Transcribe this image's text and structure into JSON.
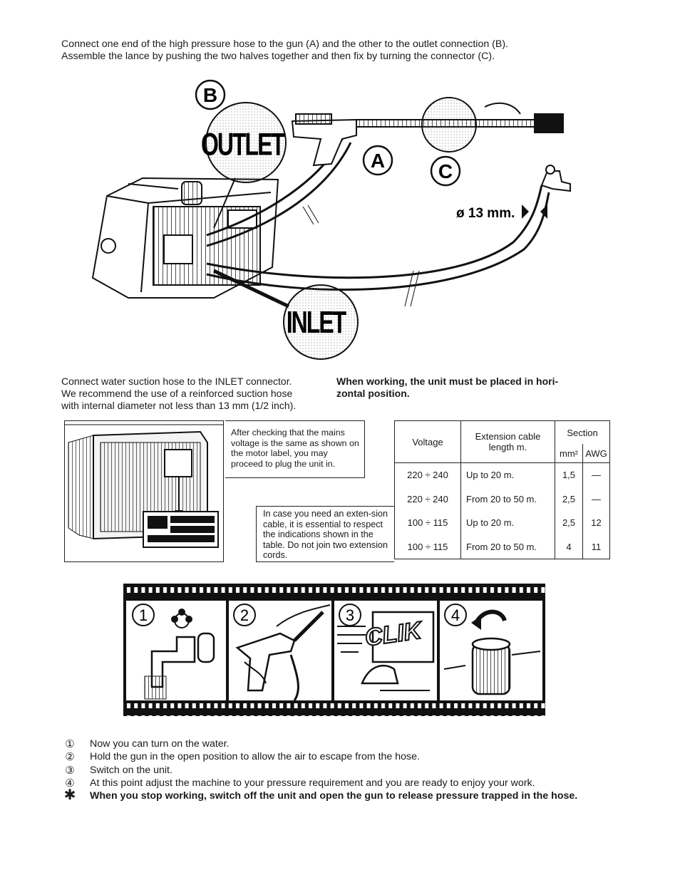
{
  "intro": {
    "line1": "Connect one end of the high pressure hose to the gun (A) and the other to the outlet connection (B).",
    "line2": "Assemble the lance by pushing the two halves together and then fix by turning the connector (C)."
  },
  "diagram": {
    "callout_b": "B",
    "callout_a": "A",
    "callout_c": "C",
    "outlet_label": "OUTLET",
    "inlet_label": "INLET",
    "diameter_label": "ø 13 mm."
  },
  "caption_left": {
    "line1": "Connect water suction hose to the INLET connector.",
    "line2": "We recommend the use of a reinforced suction hose",
    "line3": "with internal diameter not less than 13 mm (1/2 inch)."
  },
  "caption_right": {
    "line1": "When working, the unit must be placed in hori-",
    "line2": "zontal position."
  },
  "label_note": "After checking that the mains voltage is the same as shown on the motor label, you may proceed to plug the unit in.",
  "extension_note": "In case you need an exten-sion cable, it is essential to respect the indications shown in the table. Do not join two extension cords.",
  "cable_table": {
    "headers": {
      "voltage": "Voltage",
      "length": "Extension cable length m.",
      "section": "Section",
      "mm2": "mm²",
      "awg": "AWG"
    },
    "rows": [
      {
        "voltage": "220 ÷ 240",
        "length": "Up to 20 m.",
        "mm2": "1,5",
        "awg": "—"
      },
      {
        "voltage": "220 ÷ 240",
        "length": "From 20 to 50 m.",
        "mm2": "2,5",
        "awg": "—"
      },
      {
        "voltage": "100 ÷ 115",
        "length": "Up to 20 m.",
        "mm2": "2,5",
        "awg": "12"
      },
      {
        "voltage": "100 ÷ 115",
        "length": "From 20 to 50 m.",
        "mm2": "4",
        "awg": "11"
      }
    ]
  },
  "filmstrip": {
    "frame1": "1",
    "frame2": "2",
    "frame3": "3",
    "frame4": "4",
    "click_word": "CLIK"
  },
  "steps": [
    {
      "marker": "①",
      "text": "Now you can turn on the water."
    },
    {
      "marker": "②",
      "text": "Hold the gun in the open position to allow the air to escape from the hose."
    },
    {
      "marker": "③",
      "text": "Switch on the unit."
    },
    {
      "marker": "④",
      "text": "At this point adjust the machine to your pressure requirement and you are ready to enjoy your work."
    },
    {
      "marker": "✱",
      "text": "When you stop working, switch off the unit and open the gun to release pressure trapped in the hose."
    }
  ]
}
